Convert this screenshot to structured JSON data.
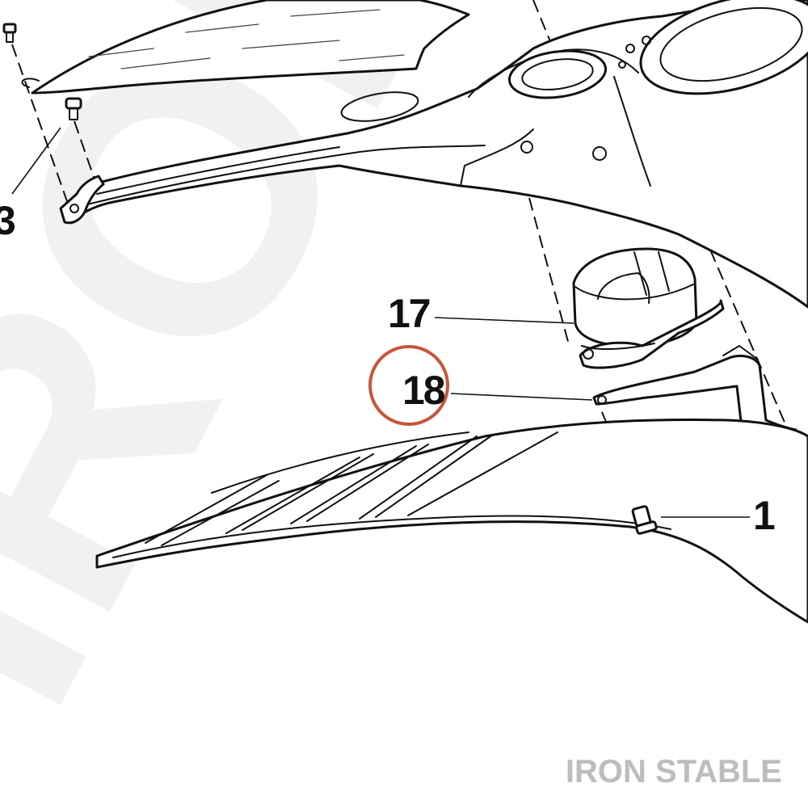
{
  "watermark": {
    "text": "IRONS"
  },
  "brand": {
    "text": "IRON STABLE"
  },
  "callouts": [
    {
      "id": "callout-3",
      "label": "3"
    },
    {
      "id": "callout-17",
      "label": "17"
    },
    {
      "id": "callout-18",
      "label": "18",
      "highlighted": true
    },
    {
      "id": "callout-1",
      "label": "1"
    }
  ],
  "highlight": {
    "color": "#C8553A"
  }
}
